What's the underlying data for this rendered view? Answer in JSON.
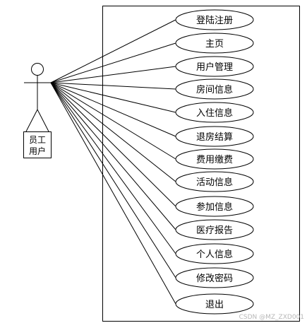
{
  "actor": {
    "label_lines": [
      "员工",
      "用户"
    ]
  },
  "use_cases": [
    {
      "label": "登陆注册"
    },
    {
      "label": "主页"
    },
    {
      "label": "用户管理"
    },
    {
      "label": "房间信息"
    },
    {
      "label": "入住信息"
    },
    {
      "label": "退房结算"
    },
    {
      "label": "费用缴费"
    },
    {
      "label": "活动信息"
    },
    {
      "label": "参加信息"
    },
    {
      "label": "医疗报告"
    },
    {
      "label": "个人信息"
    },
    {
      "label": "修改密码"
    },
    {
      "label": "退出"
    }
  ],
  "watermark": "CSDN @MZ_ZXD001",
  "colors": {
    "stroke": "#000000",
    "background": "#ffffff",
    "watermark": "#b8b8b8"
  }
}
